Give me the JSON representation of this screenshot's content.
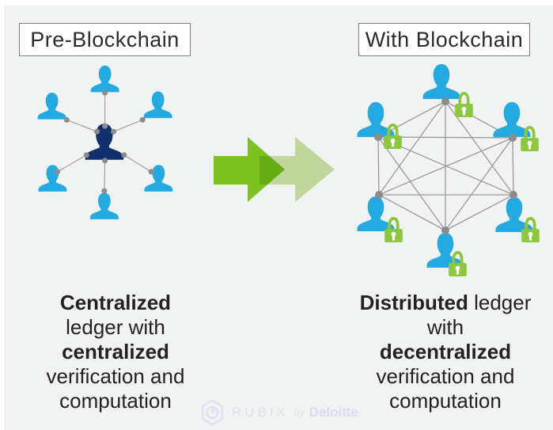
{
  "left_panel": {
    "title": "Pre-Blockchain",
    "caption": {
      "line1": "Centralized",
      "line2": "ledger with",
      "line3": "centralized",
      "line4": "verification and",
      "line5": "computation"
    }
  },
  "right_panel": {
    "title": "With Blockchain",
    "caption": {
      "line1_bold": "Distributed",
      "line1_rest": " ledger",
      "line2": "with",
      "line3": "decentralized",
      "line4": "verification and",
      "line5": "computation"
    }
  },
  "watermark": {
    "brand": "RUBIX",
    "conjunction": "by",
    "company": "Deloitte",
    "dot": "."
  },
  "colors": {
    "person_blue": "#24a9e1",
    "hub_navy": "#12316c",
    "edge_gray": "#9a9a9a",
    "dot_gray": "#8c8c8c",
    "lock_green": "#8dc63f",
    "arrow_green": "#7ec222",
    "arrow_light_green": "#cbe2a4",
    "label_border": "#7c7c7c",
    "background": "#f1f2f2",
    "watermark_blue": "#dde2f3",
    "watermark_dot": "#edf2d7"
  },
  "icons": {
    "person_bust": "person-bust-icon",
    "padlock": "padlock-icon",
    "transform_arrow": "double-right-arrow-icon",
    "logo": "hexagon-clock-logo-icon"
  }
}
